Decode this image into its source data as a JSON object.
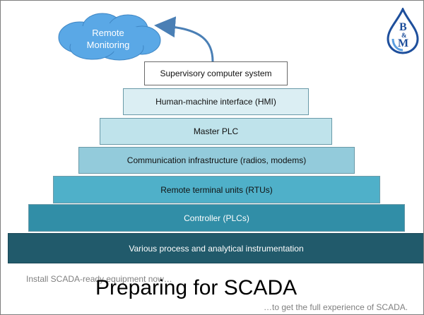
{
  "cloud": {
    "line1": "Remote",
    "line2": "Monitoring",
    "fill": "#5aa8e6"
  },
  "logo": {
    "top": "B",
    "amp": "&",
    "bottom": "M"
  },
  "tiers": [
    {
      "label": "Supervisory computer system",
      "color": "#ffffff"
    },
    {
      "label": "Human-machine interface (HMI)",
      "color": "#dbeef3"
    },
    {
      "label": "Master PLC",
      "color": "#bfe3eb"
    },
    {
      "label": "Communication infrastructure (radios, modems)",
      "color": "#93cbdb"
    },
    {
      "label": "Remote terminal units (RTUs)",
      "color": "#4fb0c9"
    },
    {
      "label": "Controller (PLCs)",
      "color": "#318ea7"
    },
    {
      "label": "Various process and analytical instrumentation",
      "color": "#215a6b"
    }
  ],
  "footer": {
    "note_top": "Install SCADA-ready equipment now…",
    "title": "Preparing for SCADA",
    "note_bottom": "…to get the full experience of SCADA."
  }
}
